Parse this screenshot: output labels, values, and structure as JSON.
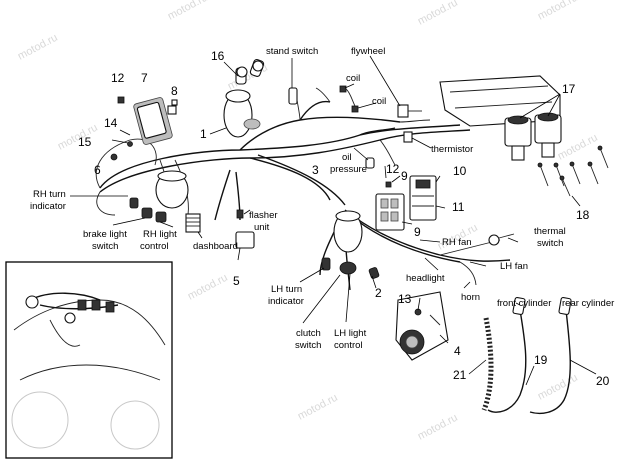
{
  "watermark": "motod.ru",
  "labels": {
    "stand_switch": "stand switch",
    "flywheel": "flywheel",
    "coil_top": "coil",
    "coil": "coil",
    "thermistor": "thermistor",
    "oil_pressure_line1": "oil",
    "oil_pressure_line2": "pressure",
    "rh_turn_indicator_line1": "RH turn",
    "rh_turn_indicator_line2": "indicator",
    "brake_light_switch_line1": "brake light",
    "brake_light_switch_line2": "switch",
    "rh_light_control_line1": "RH light",
    "rh_light_control_line2": "control",
    "dashboard": "dashboard",
    "flasher_unit_line1": "flasher",
    "flasher_unit_line2": "unit",
    "lh_turn_indicator_line1": "LH turn",
    "lh_turn_indicator_line2": "indicator",
    "clutch_switch_line1": "clutch",
    "clutch_switch_line2": "switch",
    "lh_light_control_line1": "LH light",
    "lh_light_control_line2": "control",
    "rh_fan": "RH fan",
    "thermal_switch_line1": "thermal",
    "thermal_switch_line2": "switch",
    "lh_fan": "LH fan",
    "headlight": "headlight",
    "horn": "horn",
    "front_cylinder": "front cylinder",
    "rear_cylinder": "rear cylinder"
  },
  "callouts": {
    "n1": "1",
    "n2": "2",
    "n3": "3",
    "n4": "4",
    "n5": "5",
    "n6": "6",
    "n7": "7",
    "n8": "8",
    "n9a": "9",
    "n9b": "9",
    "n10": "10",
    "n11": "11",
    "n12a": "12",
    "n12b": "12",
    "n13": "13",
    "n14": "14",
    "n15": "15",
    "n16": "16",
    "n17": "17",
    "n18": "18",
    "n19": "19",
    "n20": "20",
    "n21": "21"
  }
}
